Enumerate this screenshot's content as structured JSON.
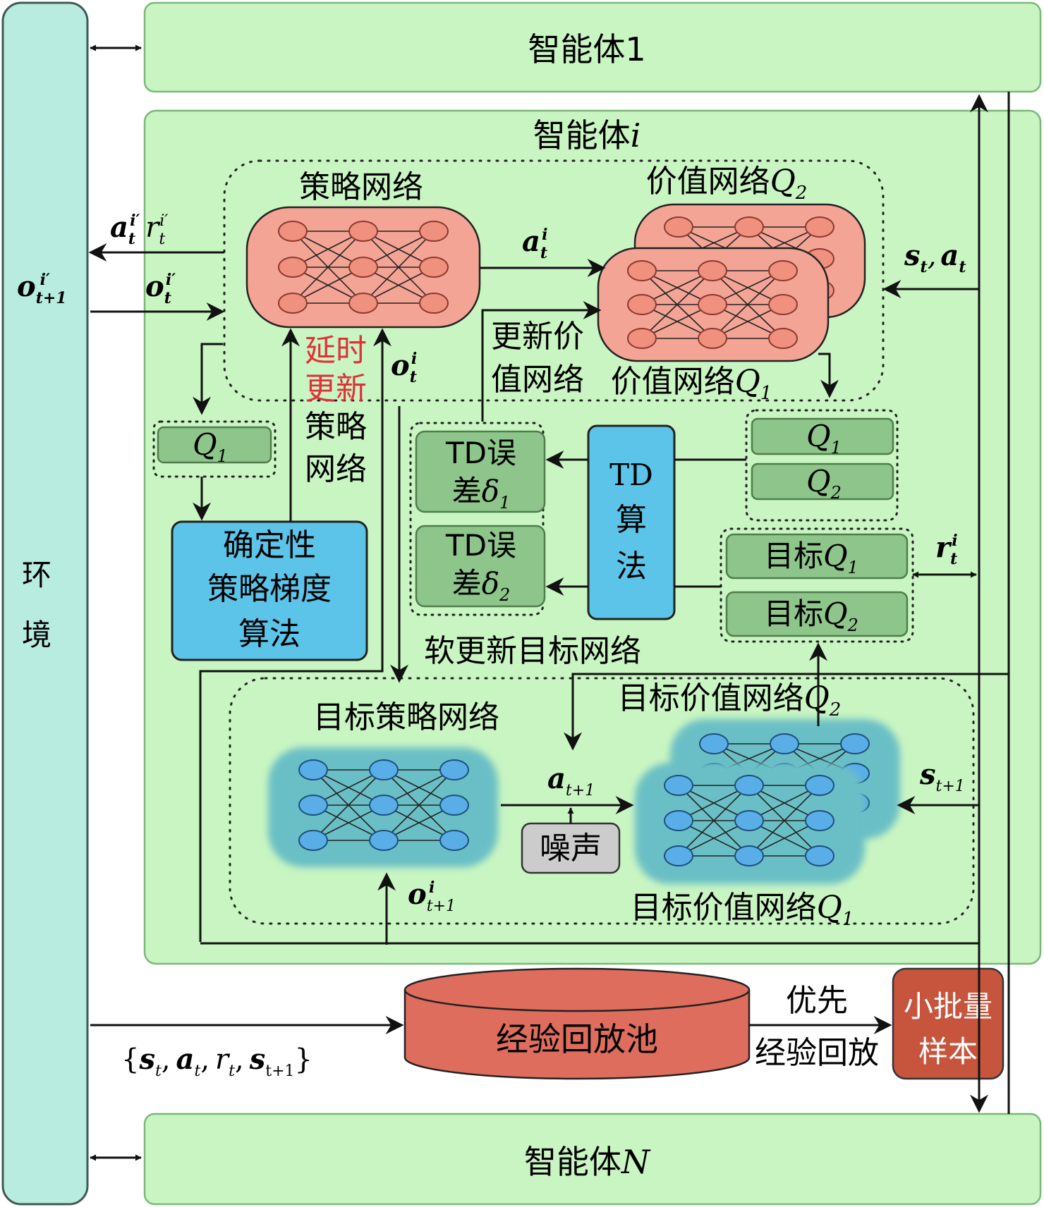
{
  "environment": {
    "label_1": "环",
    "label_2": "境"
  },
  "agent_1": {
    "title": "智能体1"
  },
  "agent_i": {
    "title": "智能体",
    "index": "i"
  },
  "agent_n": {
    "title": "智能体",
    "index": "N"
  },
  "policy_net": {
    "label": "策略网络"
  },
  "value_net_q2": {
    "label": "价值网络",
    "q": "Q",
    "sub": "2"
  },
  "value_net_q1": {
    "label": "价值网络",
    "q": "Q",
    "sub": "1"
  },
  "update_value": {
    "line1": "更新价",
    "line2": "值网络"
  },
  "delayed_update": {
    "line1": "延时",
    "line2": "更新",
    "line3": "策略",
    "line4": "网络"
  },
  "q1_box": {
    "q": "Q",
    "sub": "1"
  },
  "dpg_algo": {
    "line1": "确定性",
    "line2": "策略梯度",
    "line3": "算法"
  },
  "td_err1": {
    "line1": "TD误",
    "line2": "差",
    "delta": "δ",
    "sub": "1"
  },
  "td_err2": {
    "line1": "TD误",
    "line2": "差",
    "delta": "δ",
    "sub": "2"
  },
  "td_algo": {
    "line1": "TD",
    "line2": "算",
    "line3": "法"
  },
  "q_pair": {
    "q1": "Q",
    "q1_sub": "1",
    "q2": "Q",
    "q2_sub": "2"
  },
  "target_q": {
    "label": "目标",
    "q": "Q",
    "sub1": "1",
    "sub2": "2"
  },
  "soft_update": {
    "label": "软更新目标网络"
  },
  "target_policy": {
    "label": "目标策略网络"
  },
  "target_value_q2": {
    "label": "目标价值网络",
    "q": "Q",
    "sub": "2"
  },
  "target_value_q1": {
    "label": "目标价值网络",
    "q": "Q",
    "sub": "1"
  },
  "noise": {
    "label": "噪声"
  },
  "replay_pool": {
    "label": "经验回放池"
  },
  "priority_replay": {
    "line1": "优先",
    "line2": "经验回放"
  },
  "mini_batch": {
    "line1": "小批量",
    "line2": "样本"
  },
  "symbols": {
    "o": "o",
    "a": "a",
    "r": "r",
    "s": "s",
    "t": "t",
    "i": "i",
    "t1": "t+1",
    "iprime": "i′"
  },
  "tuple": {
    "open": "{",
    "close": "}",
    "comma": ",",
    "s": "s",
    "a": "a",
    "r": "r",
    "t": "t",
    "t1": "t+1"
  },
  "colors": {
    "agent_fill": "#c9f5c2",
    "agent_stroke": "#7ab87a",
    "env_fill": "#b8ece0",
    "policy_fill": "#f4a495",
    "target_fill": "#6bbfc6",
    "node_red": "#f0907e",
    "node_blue": "#5aaee8",
    "blue_box": "#5cc4e8",
    "green_box": "#8dc58a",
    "replay_fill": "#df6d5e",
    "minibatch_fill": "#c7543d",
    "red_text": "#e0303a"
  }
}
